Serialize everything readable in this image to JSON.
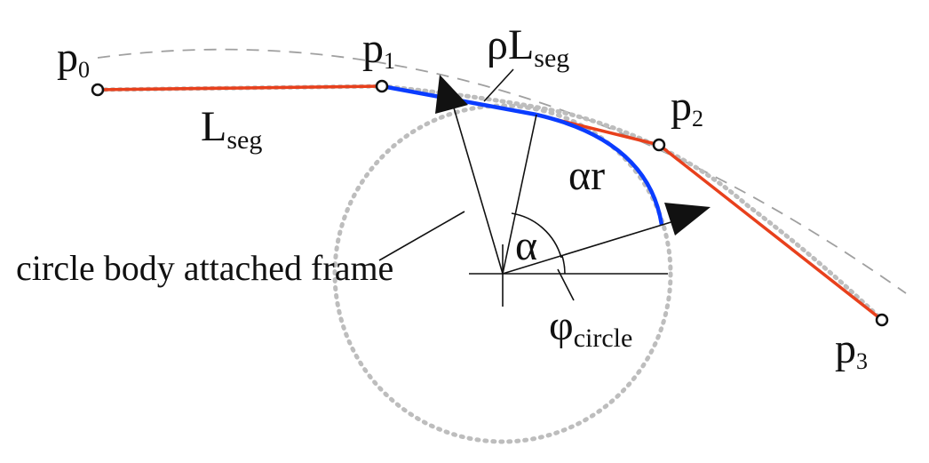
{
  "points": {
    "p0": {
      "letter": "p",
      "index": "0"
    },
    "p1": {
      "letter": "p",
      "index": "1"
    },
    "p2": {
      "letter": "p",
      "index": "2"
    },
    "p3": {
      "letter": "p",
      "index": "3"
    }
  },
  "labels": {
    "L_seg": {
      "main": "L",
      "sub": "seg"
    },
    "rho_L_seg": {
      "main": "ρL",
      "sub": "seg"
    },
    "alpha_r": "αr",
    "alpha": "α",
    "phi_circle": {
      "main": "φ",
      "sub": "circle"
    },
    "frame_caption": "circle body attached frame"
  },
  "colors": {
    "segment_red": "#e8401c",
    "segment_blue": "#0a3cff",
    "dotted_gray": "#bdbdbd",
    "dashed_gray": "#9e9e9e",
    "ink": "#111111"
  }
}
